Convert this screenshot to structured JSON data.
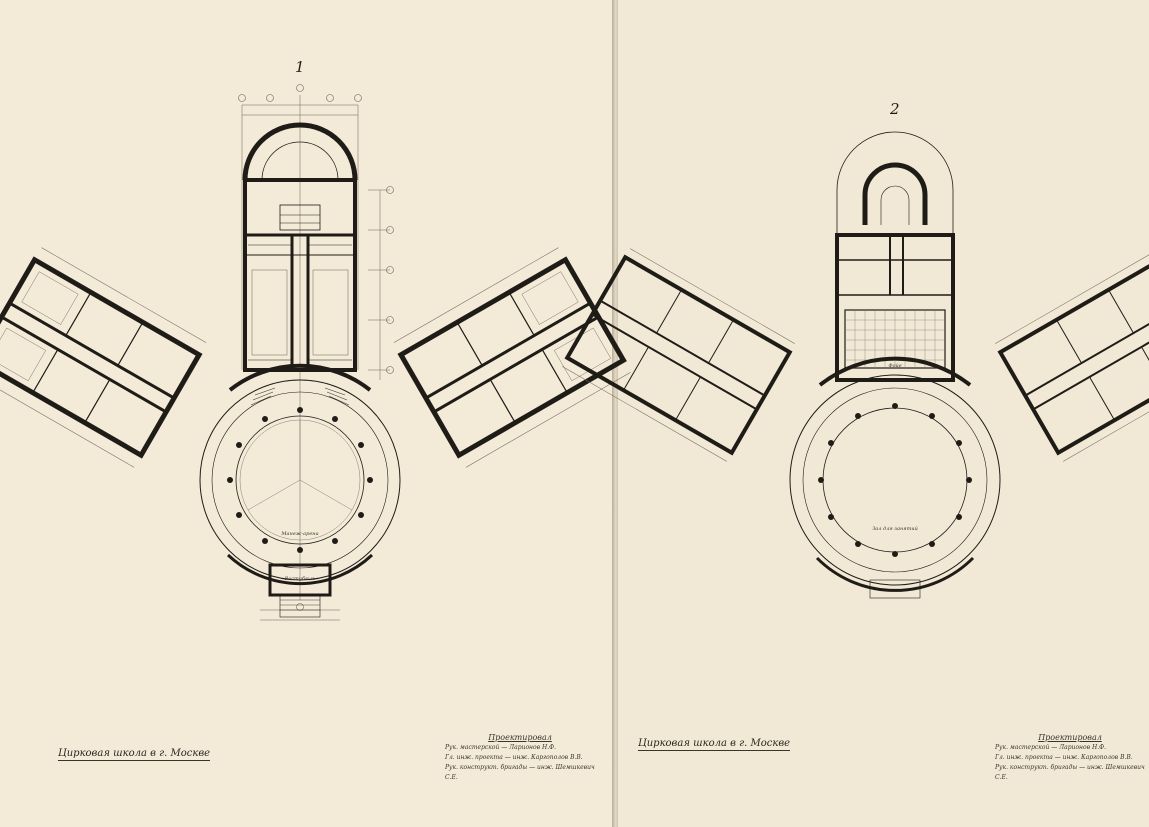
{
  "sheets": [
    {
      "number": "1",
      "caption": "Цирковая школа в г. Москве",
      "stamp": {
        "title": "Проектировал",
        "rows": [
          {
            "role": "Рук. мастерской",
            "name": "Ларионов Н.Ф."
          },
          {
            "role": "Гл. инж. проекта",
            "name": "инж. Каргополов В.В."
          },
          {
            "role": "Рук. конструкт. бригады",
            "name": "инж. Шемшкевич С.Е."
          }
        ]
      },
      "room_labels": [
        "Манеж-арена",
        "Вестибюль"
      ]
    },
    {
      "number": "2",
      "caption": "Цирковая школа в г. Москве",
      "stamp": {
        "title": "Проектировал",
        "rows": [
          {
            "role": "Рук. мастерской",
            "name": "Ларионов Н.Ф."
          },
          {
            "role": "Гл. инж. проекта",
            "name": "инж. Каргополов В.В."
          },
          {
            "role": "Рук. конструкт. бригады",
            "name": "инж. Шемшкевич С.Е."
          }
        ]
      },
      "room_labels": [
        "Фойе",
        "Зал для занятий"
      ]
    }
  ],
  "colors": {
    "paper": "#f3ead8",
    "ink": "#1f1c17",
    "fine_ink": "#6c6456"
  }
}
